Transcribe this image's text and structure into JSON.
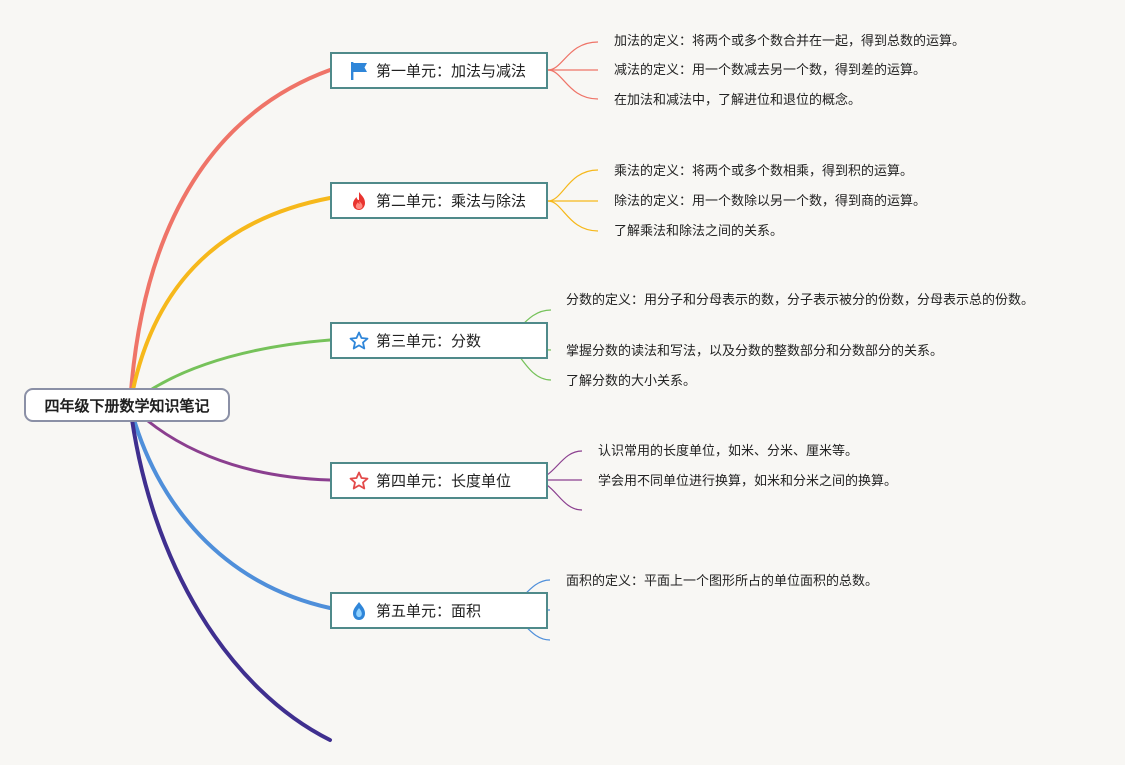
{
  "root": {
    "label": "四年级下册数学知识笔记"
  },
  "branches": [
    {
      "title": "第一单元：加法与减法",
      "icon": "flag-icon",
      "color": "#ef7468",
      "items": [
        "加法的定义：将两个或多个数合并在一起，得到总数的运算。",
        "减法的定义：用一个数减去另一个数，得到差的运算。",
        "在加法和减法中，了解进位和退位的概念。"
      ]
    },
    {
      "title": "第二单元：乘法与除法",
      "icon": "fire-icon",
      "color": "#f6b81b",
      "items": [
        "乘法的定义：将两个或多个数相乘，得到积的运算。",
        "除法的定义：用一个数除以另一个数，得到商的运算。",
        "了解乘法和除法之间的关系。"
      ]
    },
    {
      "title": "第三单元：分数",
      "icon": "star-outline-icon",
      "color": "#76c25a",
      "items": [
        "分数的定义：用分子和分母表示的数，分子表示被分的份数，分母表示总的份数。",
        "掌握分数的读法和写法，以及分数的整数部分和分数部分的关系。",
        "了解分数的大小关系。"
      ]
    },
    {
      "title": "第四单元：长度单位",
      "icon": "star-red-icon",
      "color": "#8b3f8f",
      "items": [
        "认识常用的长度单位，如米、分米、厘米等。",
        "学会用不同单位进行换算，如米和分米之间的换算。",
        ""
      ]
    },
    {
      "title": "第五单元：面积",
      "icon": "water-drop-icon",
      "color": "#4f8fda",
      "items": [
        "面积的定义：平面上一个图形所占的单位面积的总数。",
        "",
        ""
      ]
    },
    {
      "title": "",
      "icon": "",
      "color": "#3f2f8f",
      "items": []
    }
  ]
}
